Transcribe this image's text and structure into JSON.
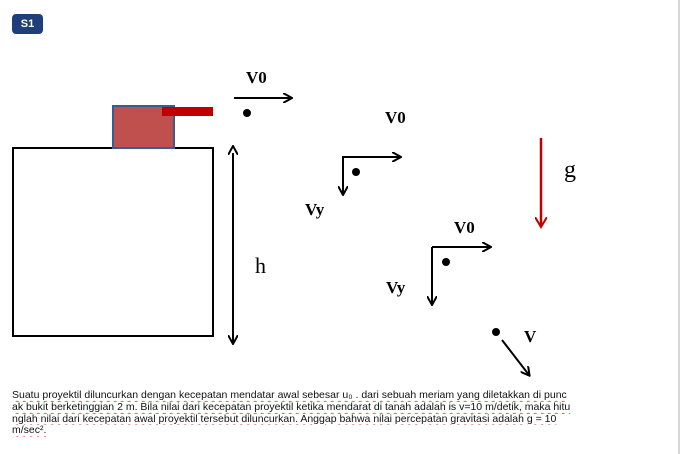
{
  "slide": {
    "badge": "S1"
  },
  "labels": {
    "v0_top": "V0",
    "v0_mid": "V0",
    "vy_mid": "Vy",
    "v0_low": "V0",
    "vy_low": "Vy",
    "v_final": "V",
    "g": "g",
    "h": "h"
  },
  "colors": {
    "badge": "#1f3f7a",
    "cannon_body": "#c0504d",
    "cannon_border": "#385d8a",
    "barrel": "#c00000",
    "gravity_arrow": "#c00000"
  },
  "problem": {
    "lines": [
      "Suatu proyektil diluncurkan dengan kecepatan mendatar awal sebesar u₀ . dari sebuah meriam yang diletakkan di punc",
      "ak bukit berketinggian 2 m.  Bila nilai dari kecepatan proyektil ketika mendarat di tanah adalah is v=10 m/detik, maka hitu",
      "nglah nilai dari kecepatan awal proyektil tersebut diluncurkan. Anggap bahwa nilai percepatan gravitasi adalah g = 10",
      "m/sec²."
    ]
  }
}
